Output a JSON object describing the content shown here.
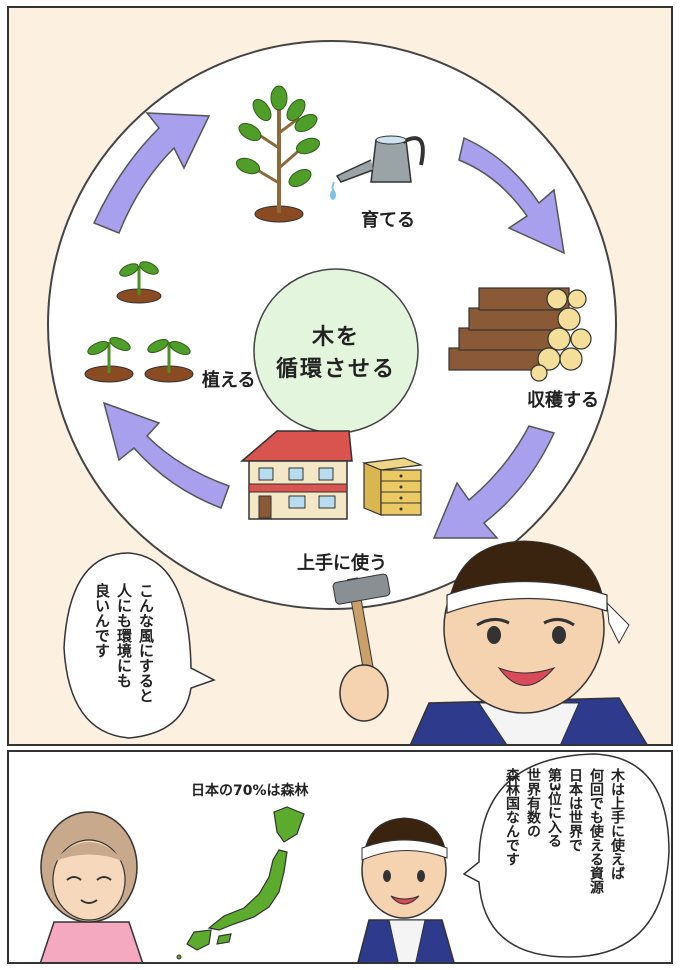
{
  "panel1": {
    "center": {
      "line1": "木を",
      "line2": "循環させる"
    },
    "steps": {
      "grow": "育てる",
      "harvest": "収穫する",
      "use": "上手に使う",
      "plant": "植える"
    },
    "speech": {
      "lines": [
        "こんな風にすると",
        "人にも環境にも",
        "良いんです"
      ]
    }
  },
  "panel2": {
    "map_label": "日本の70%は森林",
    "speech": {
      "lines": [
        "木は上手に使えば",
        "何回でも使える資源",
        "日本は世界で",
        "第3位に入る",
        "世界有数の",
        "森林国なんです"
      ]
    }
  },
  "colors": {
    "arrow": "#a8a0ec",
    "center_circle": "#e3f5dc",
    "panel_bg": "#fcf0e0",
    "map_green": "#5cab2c"
  }
}
